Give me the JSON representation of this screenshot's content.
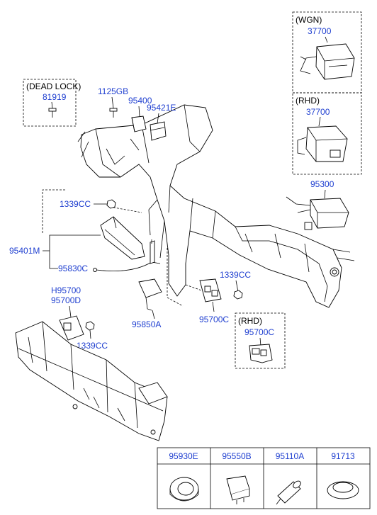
{
  "callouts": {
    "dead_lock": "(DEAD LOCK)",
    "wgn": "(WGN)",
    "rhd_top": "(RHD)",
    "rhd_bottom": "(RHD)"
  },
  "parts": {
    "p81919": "81919",
    "p1125GB": "1125GB",
    "p95400": "95400",
    "p95421E": "95421E",
    "p37700_wgn": "37700",
    "p37700_rhd": "37700",
    "p95300": "95300",
    "p1339CC_a": "1339CC",
    "p95401M": "95401M",
    "p95830C": "95830C",
    "p1339CC_b": "1339CC",
    "pH95700": "H95700",
    "p95700D": "95700D",
    "p1339CC_c": "1339CC",
    "p95850A": "95850A",
    "p95700C": "95700C",
    "p95700C_rhd": "95700C"
  },
  "legend": {
    "items": [
      {
        "code": "95930E",
        "icon": "ring-sensor-icon"
      },
      {
        "code": "95550B",
        "icon": "relay-icon"
      },
      {
        "code": "95110A",
        "icon": "connector-plug-icon"
      },
      {
        "code": "91713",
        "icon": "grommet-icon"
      }
    ]
  }
}
